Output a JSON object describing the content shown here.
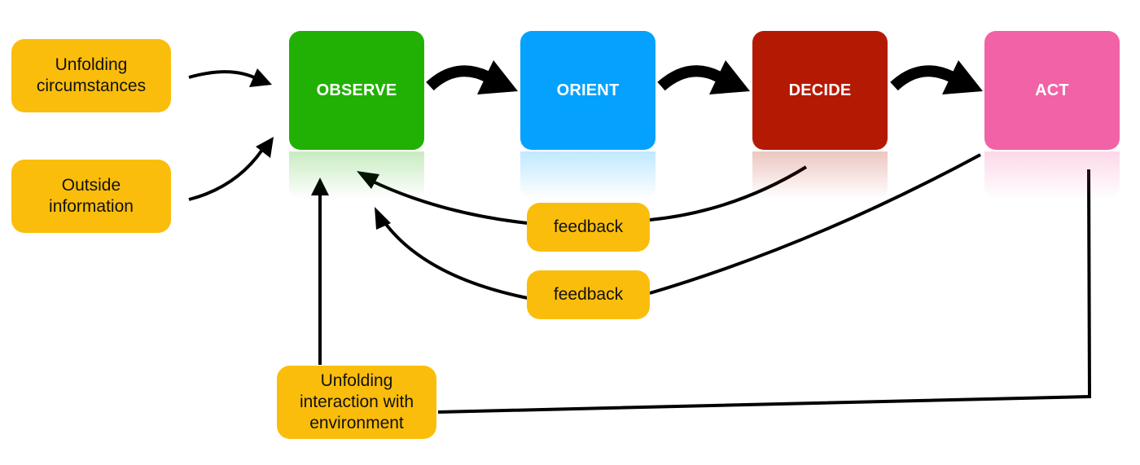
{
  "stages": [
    {
      "id": "observe",
      "label": "OBSERVE",
      "color": "#21b104"
    },
    {
      "id": "orient",
      "label": "ORIENT",
      "color": "#04a2fe"
    },
    {
      "id": "decide",
      "label": "DECIDE",
      "color": "#b41a03"
    },
    {
      "id": "act",
      "label": "ACT",
      "color": "#f162a6"
    }
  ],
  "notes": {
    "unfolding_circumstances": {
      "line1": "Unfolding",
      "line2": "circumstances"
    },
    "outside_information": {
      "line1": "Outside",
      "line2": "information"
    },
    "feedback_top": {
      "label": "feedback"
    },
    "feedback_bottom": {
      "label": "feedback"
    },
    "unfolding_interaction": {
      "line1": "Unfolding",
      "line2": "interaction with",
      "line3": "environment"
    }
  },
  "colors": {
    "note_fill": "#fbbd0c",
    "arrow": "#000000",
    "text_dark": "#111111",
    "text_light": "#ffffff"
  }
}
